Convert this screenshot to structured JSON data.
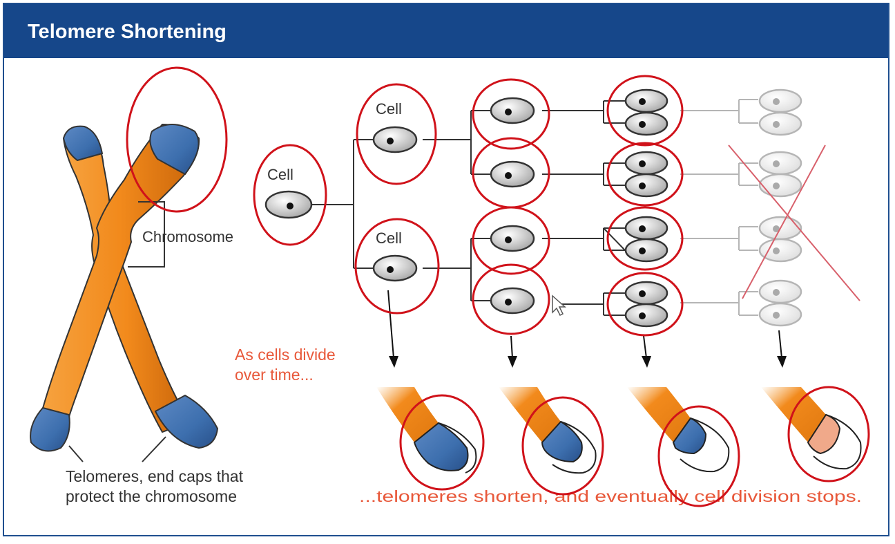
{
  "header": {
    "title": "Telomere Shortening"
  },
  "labels": {
    "chromosome": "Chromosome",
    "telomeres_line1": "Telomeres, end caps that",
    "telomeres_line2": "protect the chromosome",
    "cell": "Cell",
    "divide_line1": "As cells divide",
    "divide_line2": "over time...",
    "shorten": "...telomeres shorten, and eventually cell division stops."
  },
  "colors": {
    "header_bg": "#16478a",
    "chromosome_orange": "#f28a1c",
    "telomere_blue": "#3d6fae",
    "annotation_red": "#d0121a",
    "note_text": "#e8583a",
    "faded_cell": "#b5b5b5"
  }
}
